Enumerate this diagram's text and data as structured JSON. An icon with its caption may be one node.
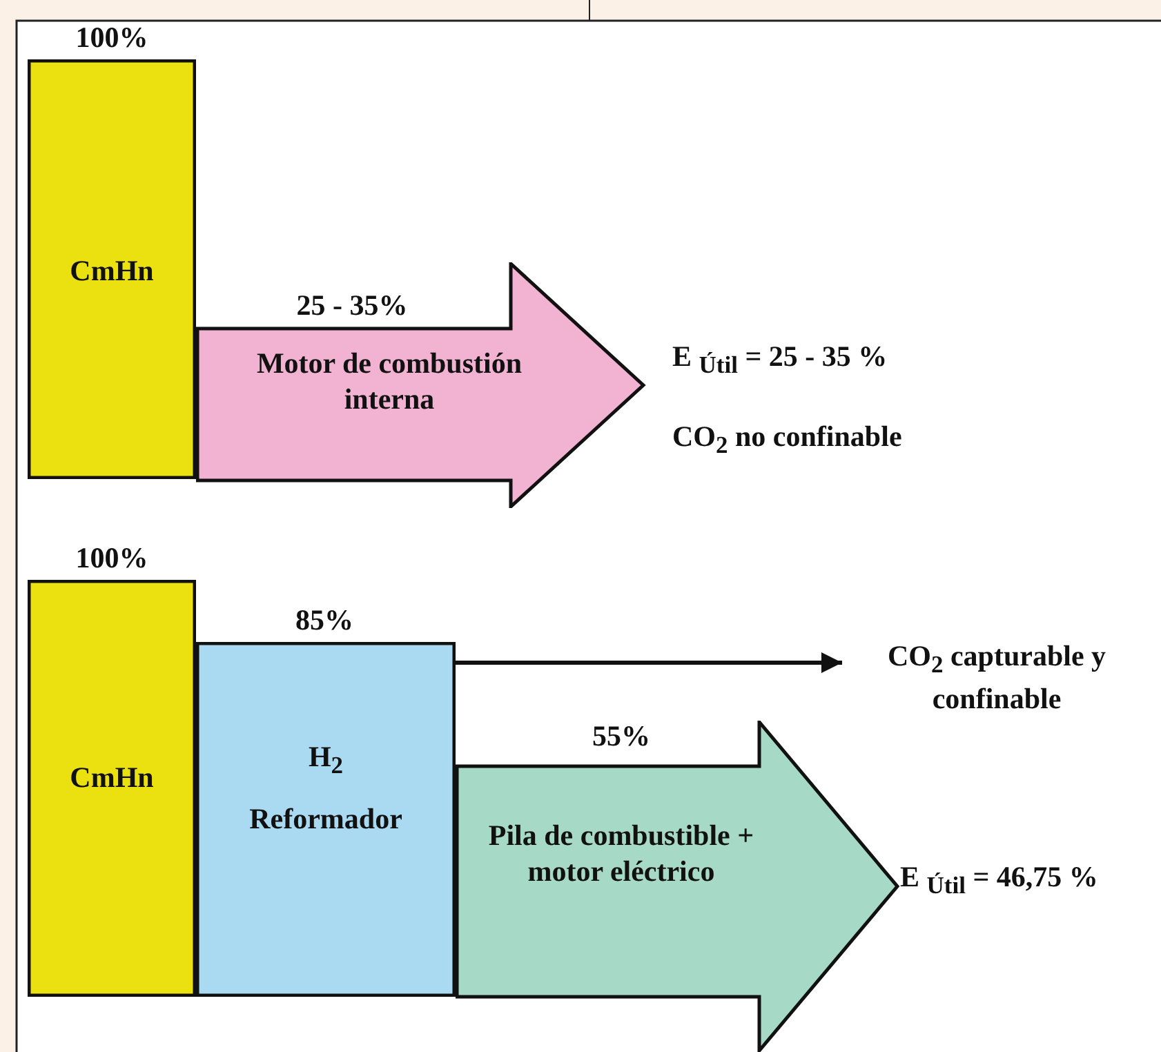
{
  "diagram": {
    "nodes": [
      {
        "text": [
          "CmHn"
        ],
        "beside": [
          "100%"
        ]
      },
      {
        "text": [
          "Motor de combustión interna"
        ],
        "beside": [
          "25 - 35%"
        ]
      },
      {
        "text": [
          "CmHn"
        ],
        "beside": [
          "100%"
        ]
      },
      {
        "text": [
          "H$_{2}$",
          "Reformador"
        ],
        "beside": [
          "85%"
        ]
      },
      {
        "text": [
          "Pila de combustible + motor eléctrico"
        ],
        "beside": [
          "55%"
        ]
      },
      {
        "text": [
          "CO$_{2}$ capturable y confinable"
        ]
      }
    ],
    "edges": [
      {
        "from": 3,
        "to": 5,
        "arrow": "to"
      }
    ],
    "labels": [
      "E $_{Útil}$ = 25 - 35 %",
      "CO$_{2}$ no confinable",
      "E $_{Útil}$ = 46,75 %"
    ]
  }
}
